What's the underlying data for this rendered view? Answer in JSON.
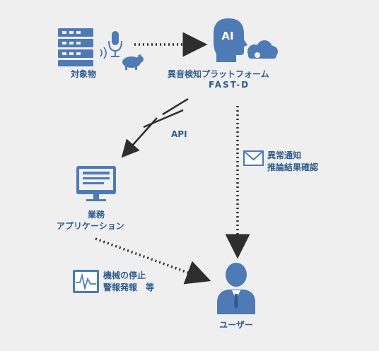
{
  "colors": {
    "background": "#efefef",
    "primary_blue": "#4e7ab6",
    "label_blue": "#2f5d8f",
    "arrow": "#2e2e2e"
  },
  "nodes": {
    "target": {
      "label": "対象物",
      "icons": [
        "server-icon",
        "microphone-icon",
        "sound-waves-icon",
        "pig-icon"
      ]
    },
    "platform": {
      "label_line1": "異音検知プラットフォーム",
      "label_line2": "FAST-D",
      "icons": [
        "ai-head-icon",
        "cloud-icon"
      ],
      "ai_text": "AI"
    },
    "application": {
      "label_line1": "業務",
      "label_line2": "アプリケーション",
      "icons": [
        "monitor-icon"
      ]
    },
    "user": {
      "label": "ユーザー",
      "icons": [
        "user-icon"
      ]
    }
  },
  "edges": {
    "api": {
      "label": "API"
    },
    "notify": {
      "label_line1": "異常通知",
      "label_line2": "推論結果確認",
      "icon": "mail-icon"
    },
    "control": {
      "label_line1": "機械の停止",
      "label_line2": "警報発報　等",
      "icon": "waveform-monitor-icon"
    }
  }
}
